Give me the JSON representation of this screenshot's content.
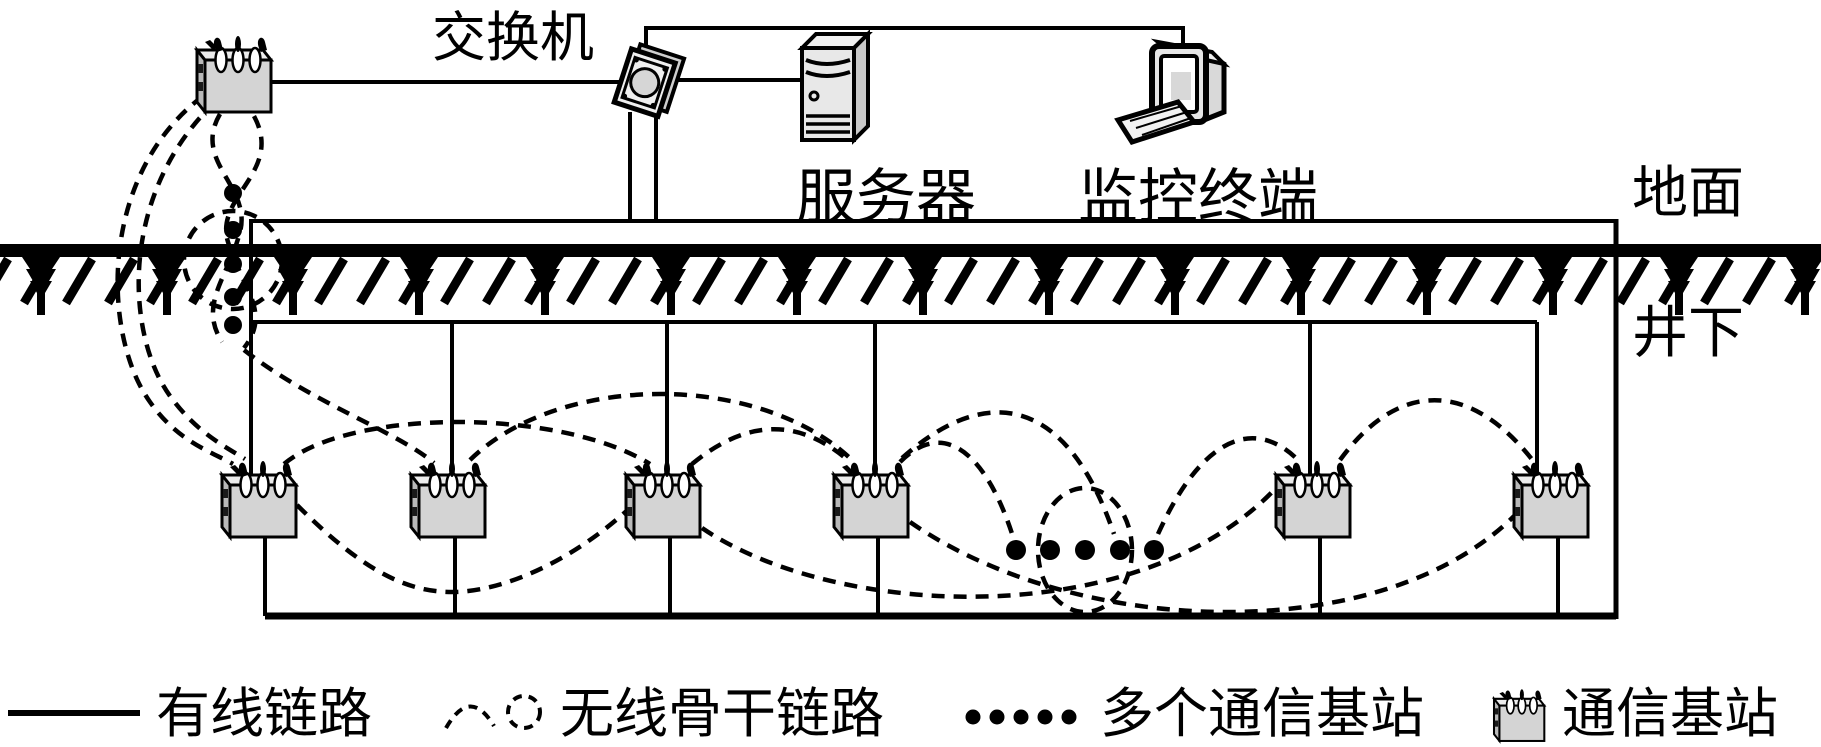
{
  "labels": {
    "switch": "交换机",
    "server": "服务器",
    "monitor": "监控终端",
    "surface": "地面",
    "underground": "井下"
  },
  "legend": {
    "items": [
      {
        "icon": "solid-line",
        "label": "有线链路"
      },
      {
        "icon": "dashed-arc-circle",
        "label": "无线骨干链路"
      },
      {
        "icon": "five-dots",
        "label": "多个通信基站"
      },
      {
        "icon": "base-station",
        "label": "通信基站"
      }
    ]
  },
  "diagram": {
    "surface_station_count": 1,
    "underground_station_count": 6,
    "ellipsis_dot_count": 5,
    "icons": [
      "base-station-icon",
      "switch-icon",
      "server-icon",
      "monitor-terminal-icon"
    ]
  },
  "colors": {
    "line": "#000000",
    "box_fill": "#d4d4d4",
    "box_top": "#ececec",
    "box_side": "#b9b9b9",
    "bg": "#ffffff"
  }
}
